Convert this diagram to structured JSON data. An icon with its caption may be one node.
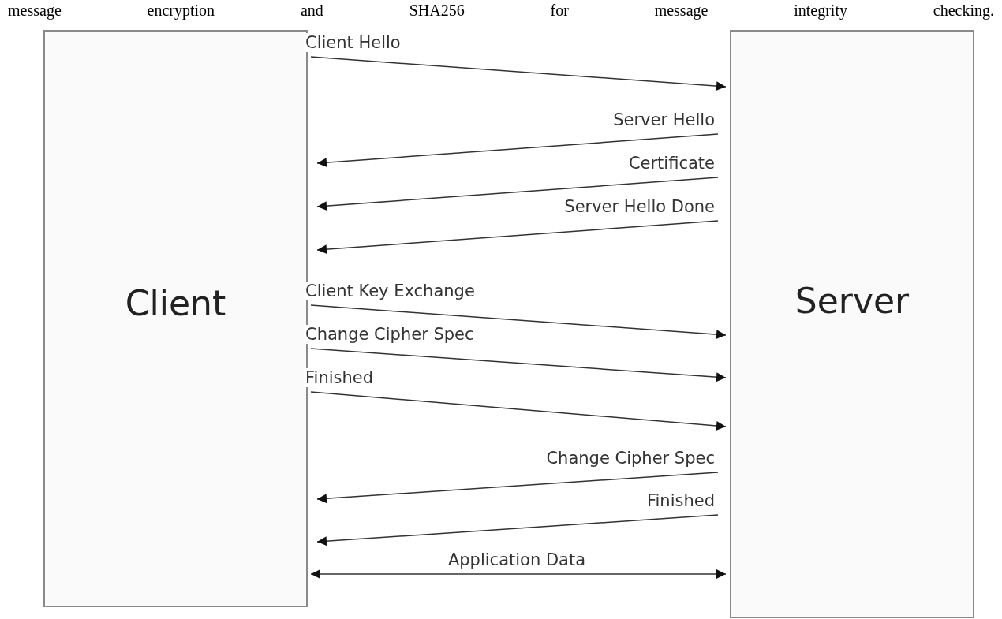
{
  "diagram": {
    "nodes": [
      {
        "text": [
          "Client"
        ]
      },
      {
        "text": [
          "Server"
        ]
      }
    ],
    "edges": [
      {
        "from": 0,
        "to": 1,
        "arrow": "to",
        "label": "Client Hello"
      },
      {
        "from": 1,
        "to": 0,
        "arrow": "to",
        "label": "Server Hello"
      },
      {
        "from": 1,
        "to": 0,
        "arrow": "to",
        "label": "Certificate"
      },
      {
        "from": 1,
        "to": 0,
        "arrow": "to",
        "label": "Server Hello Done"
      },
      {
        "from": 0,
        "to": 1,
        "arrow": "to",
        "label": "Client Key Exchange"
      },
      {
        "from": 0,
        "to": 1,
        "arrow": "to",
        "label": "Change Cipher Spec"
      },
      {
        "from": 0,
        "to": 1,
        "arrow": "to",
        "label": "Finished"
      },
      {
        "from": 1,
        "to": 0,
        "arrow": "to",
        "label": "Change Cipher Spec"
      },
      {
        "from": 1,
        "to": 0,
        "arrow": "to",
        "label": "Finished"
      },
      {
        "from": 0,
        "to": 1,
        "arrow": "both",
        "label": "Application Data"
      }
    ],
    "labels": [
      "message encryption and SHA256 for message integrity checking."
    ]
  }
}
